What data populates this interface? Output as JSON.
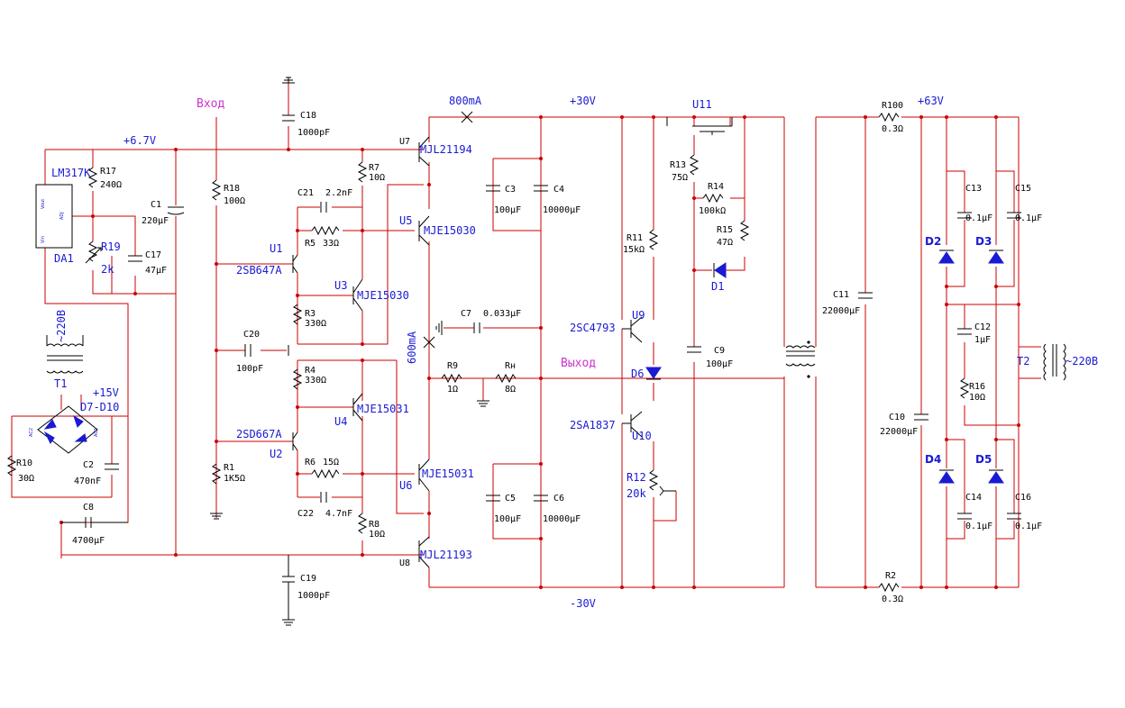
{
  "nets": {
    "in_label": "Вход",
    "out_label": "Выход",
    "v_plus6_7": "+6.7V",
    "v_plus30": "+30V",
    "v_minus30": "-30V",
    "v_plus63": "+63V",
    "v_plus15": "+15V",
    "i_800": "800mA",
    "i_600": "600mA"
  },
  "power": {
    "t1_primary": "~220В",
    "t2_secondary": "~220В",
    "t1_label": "T1",
    "t2_label": "T2"
  },
  "ics": {
    "lm317": "LM317K",
    "da1": "DA1",
    "vin": "Vin",
    "vout": "Vout",
    "adj": "ADJ",
    "bridge": "D7-D10",
    "ac1": "AC1",
    "ac2": "AC2"
  },
  "transistors": {
    "u1": "U1",
    "u1_part": "2SB647A",
    "u2": "U2",
    "u2_part": "2SD667A",
    "u3": "U3",
    "u3_part": "MJE15030",
    "u4": "U4",
    "u4_part": "MJE15031",
    "u5": "U5",
    "u5_part": "MJE15030",
    "u6": "U6",
    "u6_part": "MJE15031",
    "u7": "U7",
    "u7_part": "MJL21194",
    "u8": "U8",
    "u8_part": "MJL21193",
    "u9": "U9",
    "u9_part": "2SC4793",
    "u10": "U10",
    "u10_part": "2SA1837",
    "u11": "U11"
  },
  "diodes": {
    "d1": "D1",
    "d2": "D2",
    "d3": "D3",
    "d4": "D4",
    "d5": "D5",
    "d6": "D6"
  },
  "resistors": {
    "r1": "R1",
    "r1_v": "1K5Ω",
    "r2": "R2",
    "r2_v": "0.3Ω",
    "r3": "R3",
    "r3_v": "330Ω",
    "r4": "R4",
    "r4_v": "330Ω",
    "r5": "R5",
    "r5_v": "33Ω",
    "r6": "R6",
    "r6_v": "15Ω",
    "r7": "R7",
    "r7_v": "10Ω",
    "r8": "R8",
    "r8_v": "10Ω",
    "r9": "R9",
    "r9_v": "1Ω",
    "rn": "Rн",
    "rn_v": "8Ω",
    "r10": "R10",
    "r10_v": "30Ω",
    "r11": "R11",
    "r11_v": "15kΩ",
    "r12": "R12",
    "r12_v": "20k",
    "r13": "R13",
    "r13_v": "75Ω",
    "r14": "R14",
    "r14_v": "100kΩ",
    "r15": "R15",
    "r15_v": "47Ω",
    "r16": "R16",
    "r16_v": "10Ω",
    "r17": "R17",
    "r17_v": "240Ω",
    "r18": "R18",
    "r18_v": "100Ω",
    "r19": "R19",
    "r19_v": "2k",
    "r100": "R100",
    "r100_v": "0.3Ω"
  },
  "capacitors": {
    "c1": "C1",
    "c1_v": "220µF",
    "c2": "C2",
    "c2_v": "470nF",
    "c3": "C3",
    "c3_v": "100µF",
    "c4": "C4",
    "c4_v": "10000µF",
    "c5": "C5",
    "c5_v": "100µF",
    "c6": "C6",
    "c6_v": "10000µF",
    "c7": "C7",
    "c7_v": "0.033µF",
    "c8": "C8",
    "c8_v": "4700µF",
    "c9": "C9",
    "c9_v": "100µF",
    "c10": "C10",
    "c10_v": "22000µF",
    "c11": "C11",
    "c11_v": "22000µF",
    "c12": "C12",
    "c12_v": "1µF",
    "c13": "C13",
    "c13_v": "0.1µF",
    "c14": "C14",
    "c14_v": "0.1µF",
    "c15": "C15",
    "c15_v": "0.1µF",
    "c16": "C16",
    "c16_v": "0.1µF",
    "c17": "C17",
    "c17_v": "47µF",
    "c18": "C18",
    "c18_v": "1000pF",
    "c19": "C19",
    "c19_v": "1000pF",
    "c20": "C20",
    "c20_v": "100pF",
    "c21": "C21",
    "c21_v": "2.2nF",
    "c22": "C22",
    "c22_v": "4.7nF"
  },
  "colors": {
    "wire": "#cc0000",
    "component": "#000000",
    "designator": "#1a1ad4",
    "net_label": "#cc33cc"
  }
}
